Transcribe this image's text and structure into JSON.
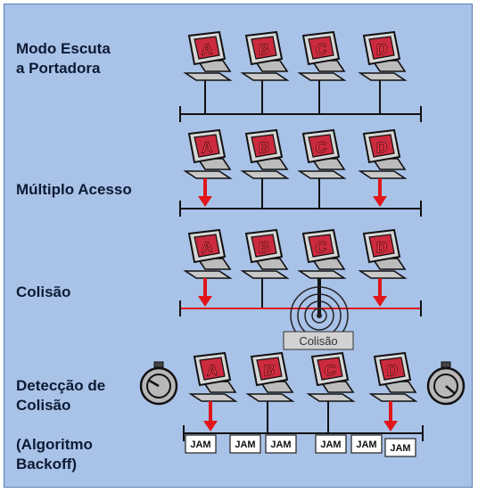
{
  "rows": [
    {
      "key": "carrier",
      "label": "Modo Escuta\na Portadora"
    },
    {
      "key": "multiple",
      "label": "Múltiplo Acesso"
    },
    {
      "key": "collision",
      "label": "Colisão"
    },
    {
      "key": "detection",
      "label": "Detecção de\nColisão"
    },
    {
      "key": "backoff",
      "label": "(Algoritmo\nBackoff)"
    }
  ],
  "stations": [
    "A",
    "B",
    "C",
    "D"
  ],
  "collision_box_label": "Colisão",
  "jam_label": "JAM",
  "colors": {
    "background": "#a9c2e8",
    "bus": "#111111",
    "transmit_arrow": "#e0161a",
    "collision_bus": "#e0161a",
    "screen": "#cc2a3e",
    "computer_body": "#d7d7d7",
    "jam_box": "#ffffff",
    "collision_box": "#d2d2d2"
  }
}
